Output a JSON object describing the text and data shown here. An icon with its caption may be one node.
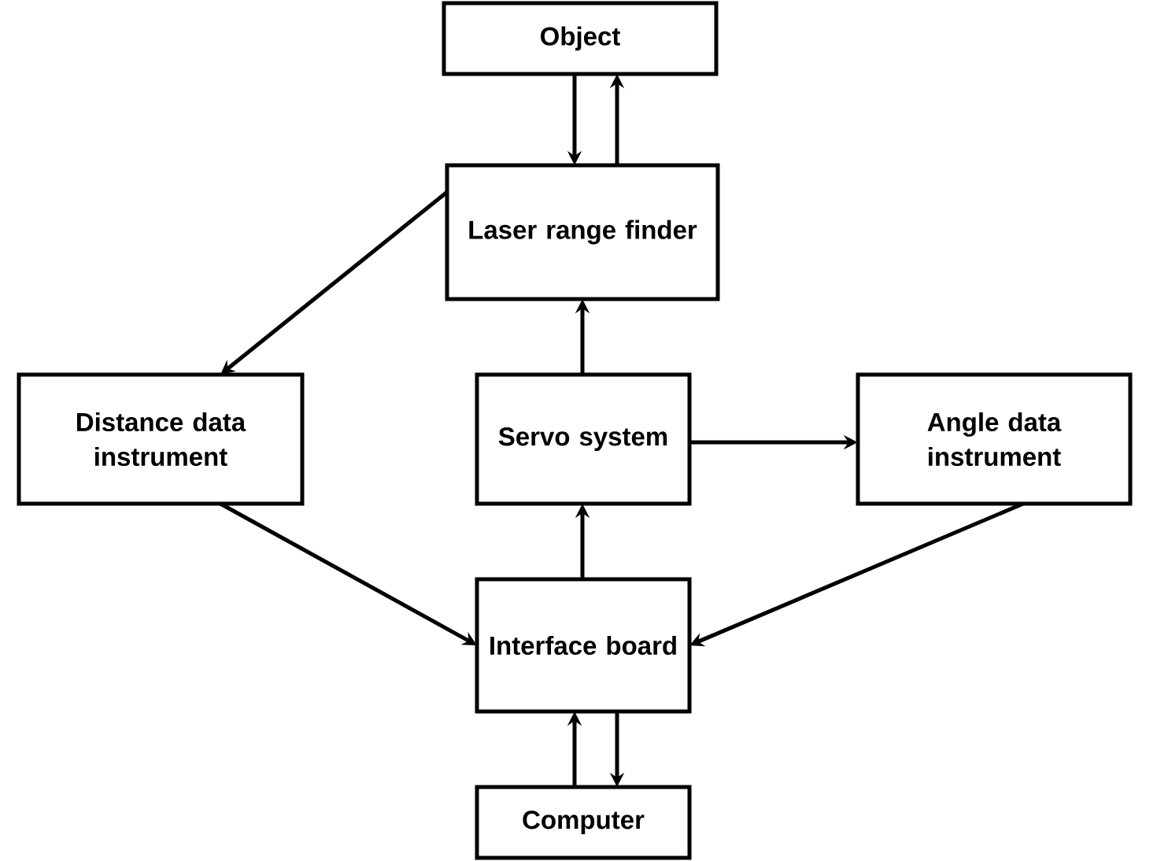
{
  "diagram": {
    "nodes": [
      {
        "text": [
          "Object"
        ]
      },
      {
        "text": [
          "Laser range finder"
        ]
      },
      {
        "text": [
          "Distance data instrument"
        ]
      },
      {
        "text": [
          "Servo system"
        ]
      },
      {
        "text": [
          "Angle data instrument"
        ]
      },
      {
        "text": [
          "Interface board"
        ]
      },
      {
        "text": [
          "Computer"
        ]
      }
    ],
    "edges": [
      {
        "from": 0,
        "to": 1,
        "arrow": "to"
      },
      {
        "from": 1,
        "to": 0,
        "arrow": "to"
      },
      {
        "from": 1,
        "to": 2,
        "arrow": "to"
      },
      {
        "from": 3,
        "to": 1,
        "arrow": "to"
      },
      {
        "from": 3,
        "to": 4,
        "arrow": "to"
      },
      {
        "from": 2,
        "to": 5,
        "arrow": "to"
      },
      {
        "from": 4,
        "to": 5,
        "arrow": "to"
      },
      {
        "from": 5,
        "to": 3,
        "arrow": "to"
      },
      {
        "from": 6,
        "to": 5,
        "arrow": "to"
      },
      {
        "from": 5,
        "to": 6,
        "arrow": "to"
      }
    ]
  }
}
